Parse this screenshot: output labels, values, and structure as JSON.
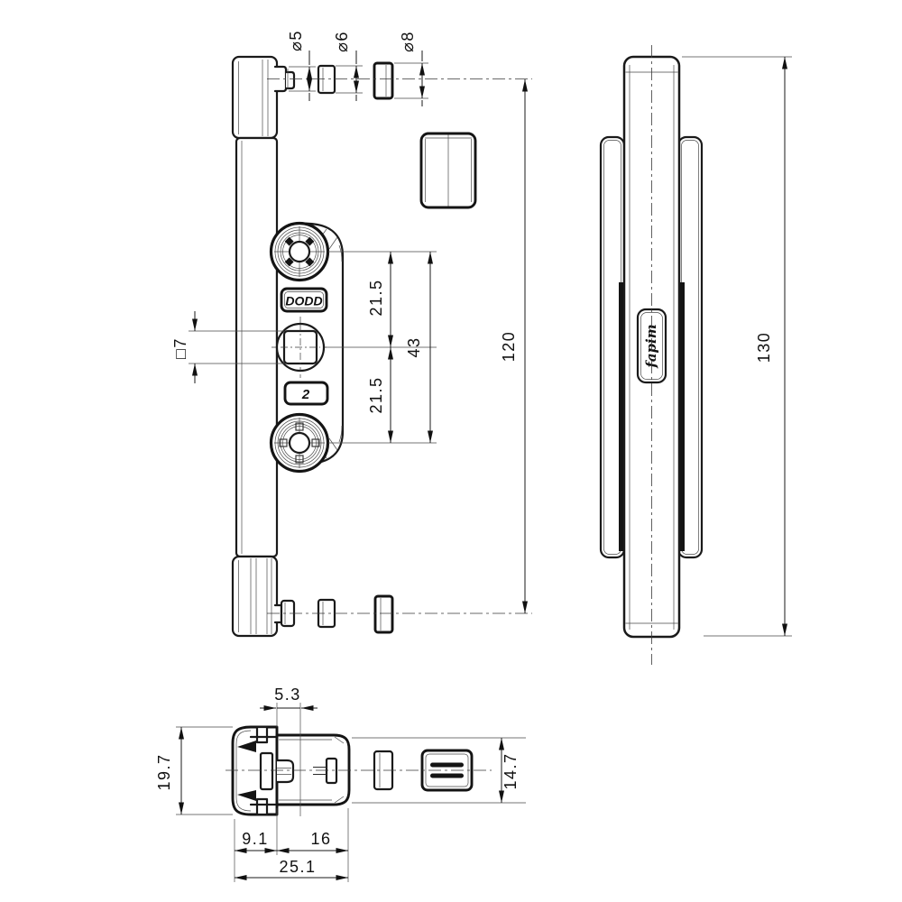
{
  "labels": {
    "dia5": "⌀5",
    "dia6": "⌀6",
    "dia8": "⌀8",
    "square7": "□7",
    "pitch_top": "21.5",
    "pitch_total": "43",
    "pitch_bottom": "21.5",
    "front_length": "120",
    "side_length": "130",
    "backset": "5.3",
    "depth": "19.7",
    "seg_a": "9.1",
    "seg_b": "16",
    "width_total": "25.1",
    "body_width": "14.7"
  },
  "plates": {
    "brand": "DODD",
    "size": "2"
  },
  "side": {
    "logo": "fapim"
  },
  "colors": {
    "line": "#1a1a1a",
    "background": "#ffffff"
  }
}
